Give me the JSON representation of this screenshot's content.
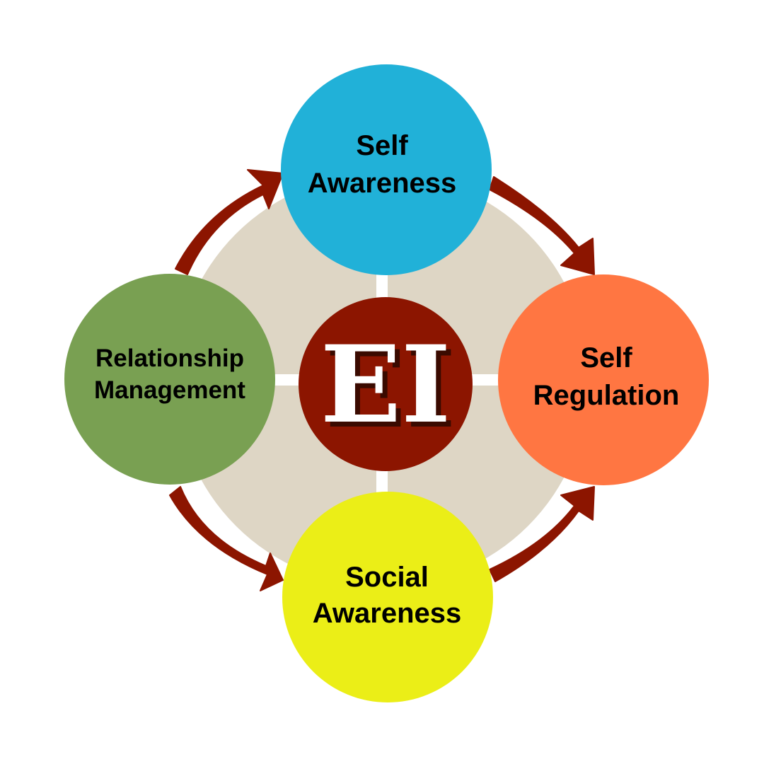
{
  "diagram": {
    "center": {
      "label": "EI",
      "fill": "#8c1500",
      "text_color": "#ffffff",
      "shadow_color": "#3a0a00"
    },
    "backdrop_color": "#ded6c5",
    "spoke_color": "#ffffff",
    "arrow_color": "#8c1500",
    "nodes": [
      {
        "id": "self-awareness",
        "lines": [
          "Self",
          "Awareness"
        ],
        "color": "#21b1d8"
      },
      {
        "id": "self-regulation",
        "lines": [
          "Self",
          "Regulation"
        ],
        "color": "#ff7642"
      },
      {
        "id": "social-awareness",
        "lines": [
          "Social",
          "Awareness"
        ],
        "color": "#ebee17"
      },
      {
        "id": "relationship-management",
        "lines": [
          "Relationship",
          "Management"
        ],
        "color": "#79a052"
      }
    ],
    "arrows": [
      {
        "from": "self-awareness",
        "to": "self-regulation"
      },
      {
        "from": "social-awareness",
        "to": "self-regulation"
      },
      {
        "from": "relationship-management",
        "to": "social-awareness"
      },
      {
        "from": "relationship-management",
        "to": "self-awareness"
      }
    ]
  }
}
